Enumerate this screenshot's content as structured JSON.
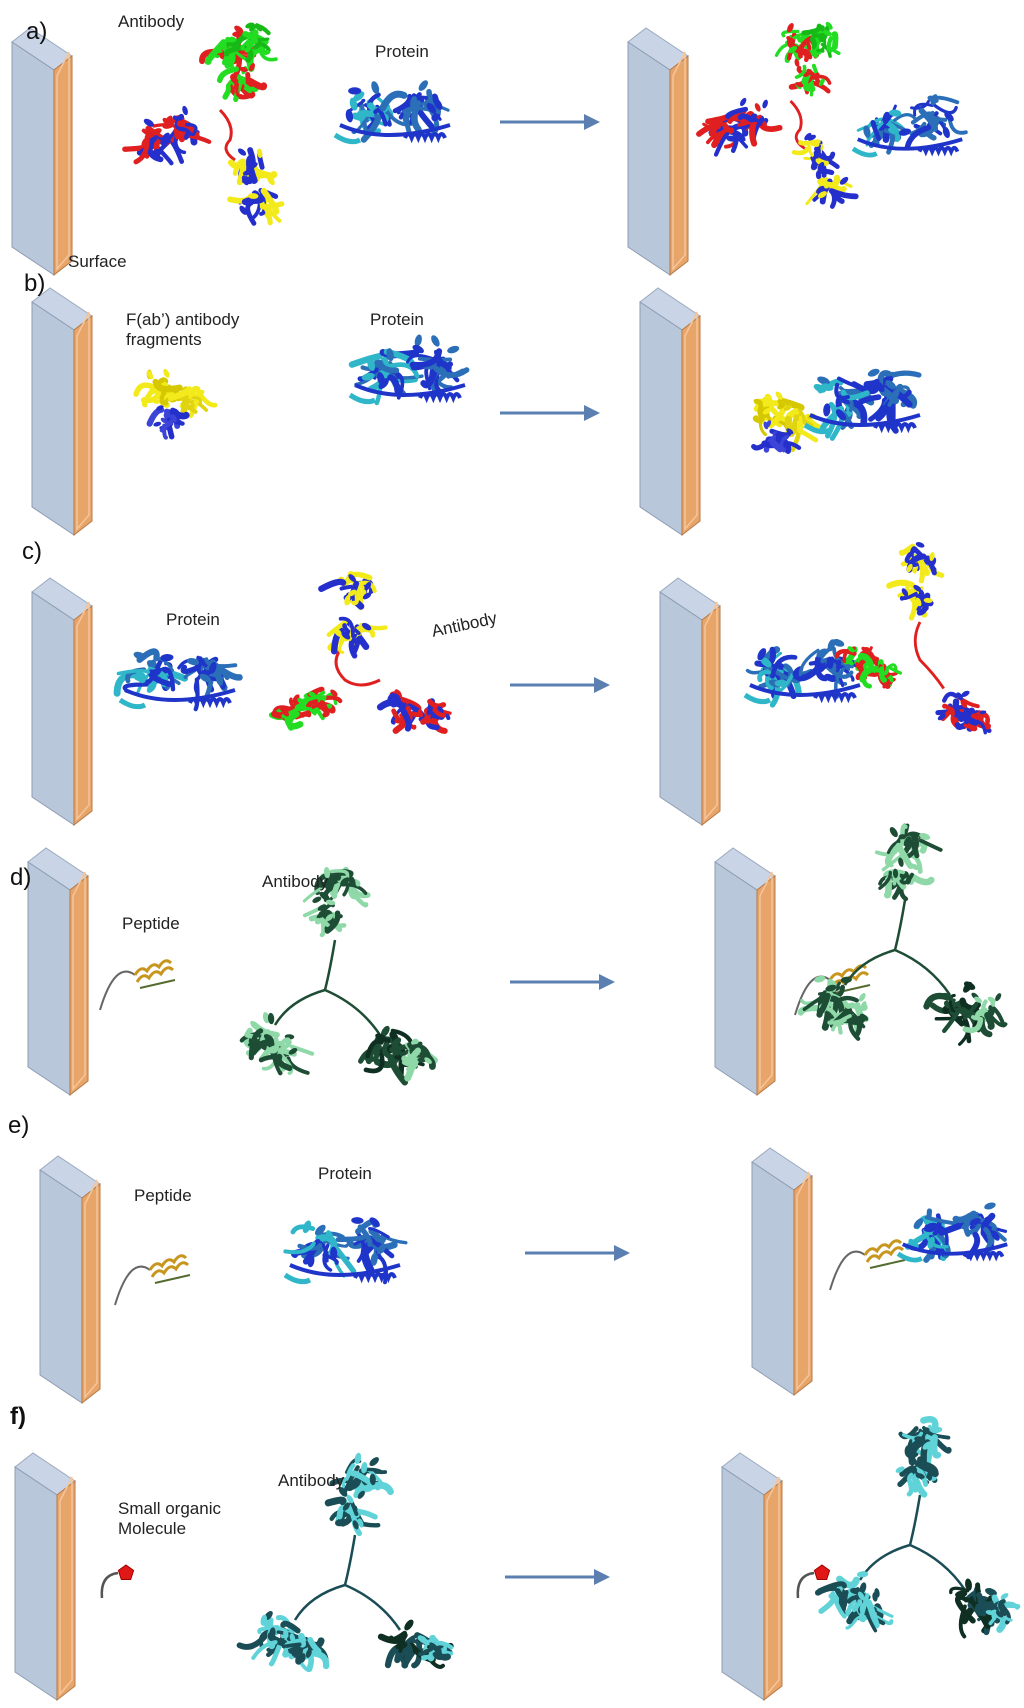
{
  "panels": [
    {
      "id": "a",
      "label": "a)",
      "label_bold": false,
      "texts": {
        "surface": "Surface",
        "antibody": "Antibody",
        "protein": "Protein"
      }
    },
    {
      "id": "b",
      "label": "b)",
      "label_bold": false,
      "texts": {
        "fab": "F(ab’) antibody\nfragments",
        "protein": "Protein"
      }
    },
    {
      "id": "c",
      "label": "c)",
      "label_bold": false,
      "texts": {
        "protein": "Protein",
        "antibody": "Antibody"
      }
    },
    {
      "id": "d",
      "label": "d)",
      "label_bold": false,
      "texts": {
        "peptide": "Peptide",
        "antibody": "Antibody"
      }
    },
    {
      "id": "e",
      "label": "e)",
      "label_bold": false,
      "texts": {
        "peptide": "Peptide",
        "protein": "Protein"
      }
    },
    {
      "id": "f",
      "label": "f)",
      "label_bold": true,
      "texts": {
        "small_molecule": "Small organic\nMolecule",
        "antibody": "Antibody"
      }
    }
  ],
  "colors": {
    "surface_front": "#e8a56a",
    "surface_side": "#b9c7da",
    "arrow": "#5a7fb0",
    "protein_blue": "#1f35c9",
    "protein_mid": "#2b6fb8",
    "protein_cyan": "#2fb7c9",
    "ab_red": "#e02020",
    "ab_green": "#22dd22",
    "ab_yellow": "#f2ea1a",
    "ab_blue": "#2530cc",
    "peptide": "#c8961e",
    "dark_green": "#1e4d35",
    "light_green": "#8fd9a8",
    "dark_teal": "#1a4d55",
    "light_teal": "#5fd3d8",
    "small_molecule": "#e01818"
  }
}
